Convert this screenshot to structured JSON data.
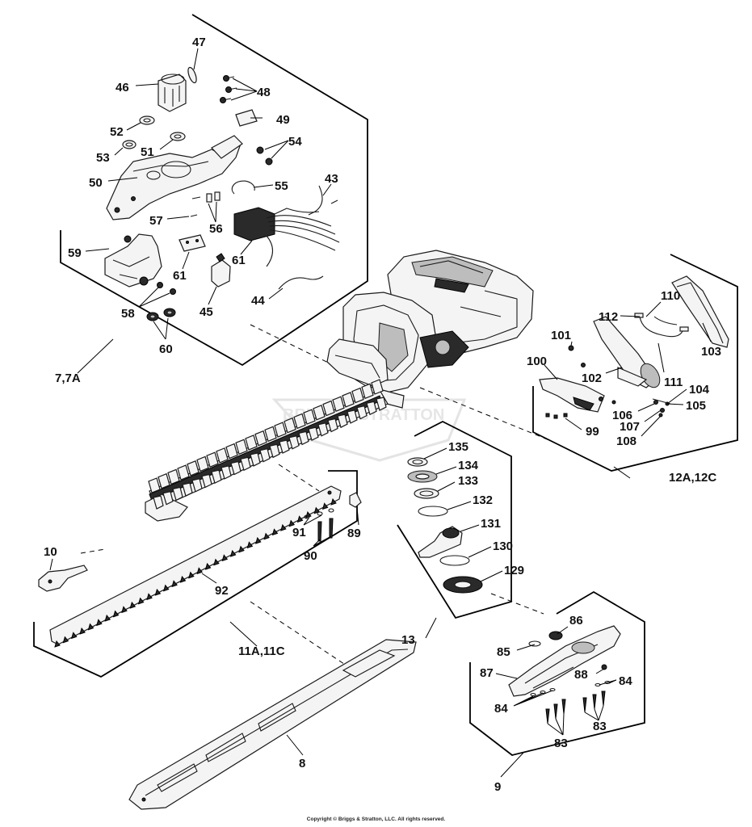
{
  "diagram": {
    "copyright": "Copyright © Briggs & Stratton, LLC. All rights reserved.",
    "watermark": "BRIGGS&STRATTON",
    "part_numbers": [
      "47",
      "46",
      "48",
      "52",
      "49",
      "53",
      "51",
      "54",
      "50",
      "55",
      "43",
      "57",
      "56",
      "59",
      "61",
      "61",
      "58",
      "45",
      "44",
      "60",
      "101",
      "110",
      "112",
      "100",
      "102",
      "103",
      "111",
      "104",
      "106",
      "105",
      "107",
      "108",
      "99",
      "135",
      "134",
      "133",
      "132",
      "131",
      "130",
      "129",
      "10",
      "91",
      "89",
      "90",
      "92",
      "86",
      "85",
      "87",
      "88",
      "84",
      "84",
      "83",
      "83"
    ],
    "group_labels": [
      "7,7A",
      "12A,12C",
      "11A,11C",
      "13",
      "8",
      "9"
    ]
  }
}
